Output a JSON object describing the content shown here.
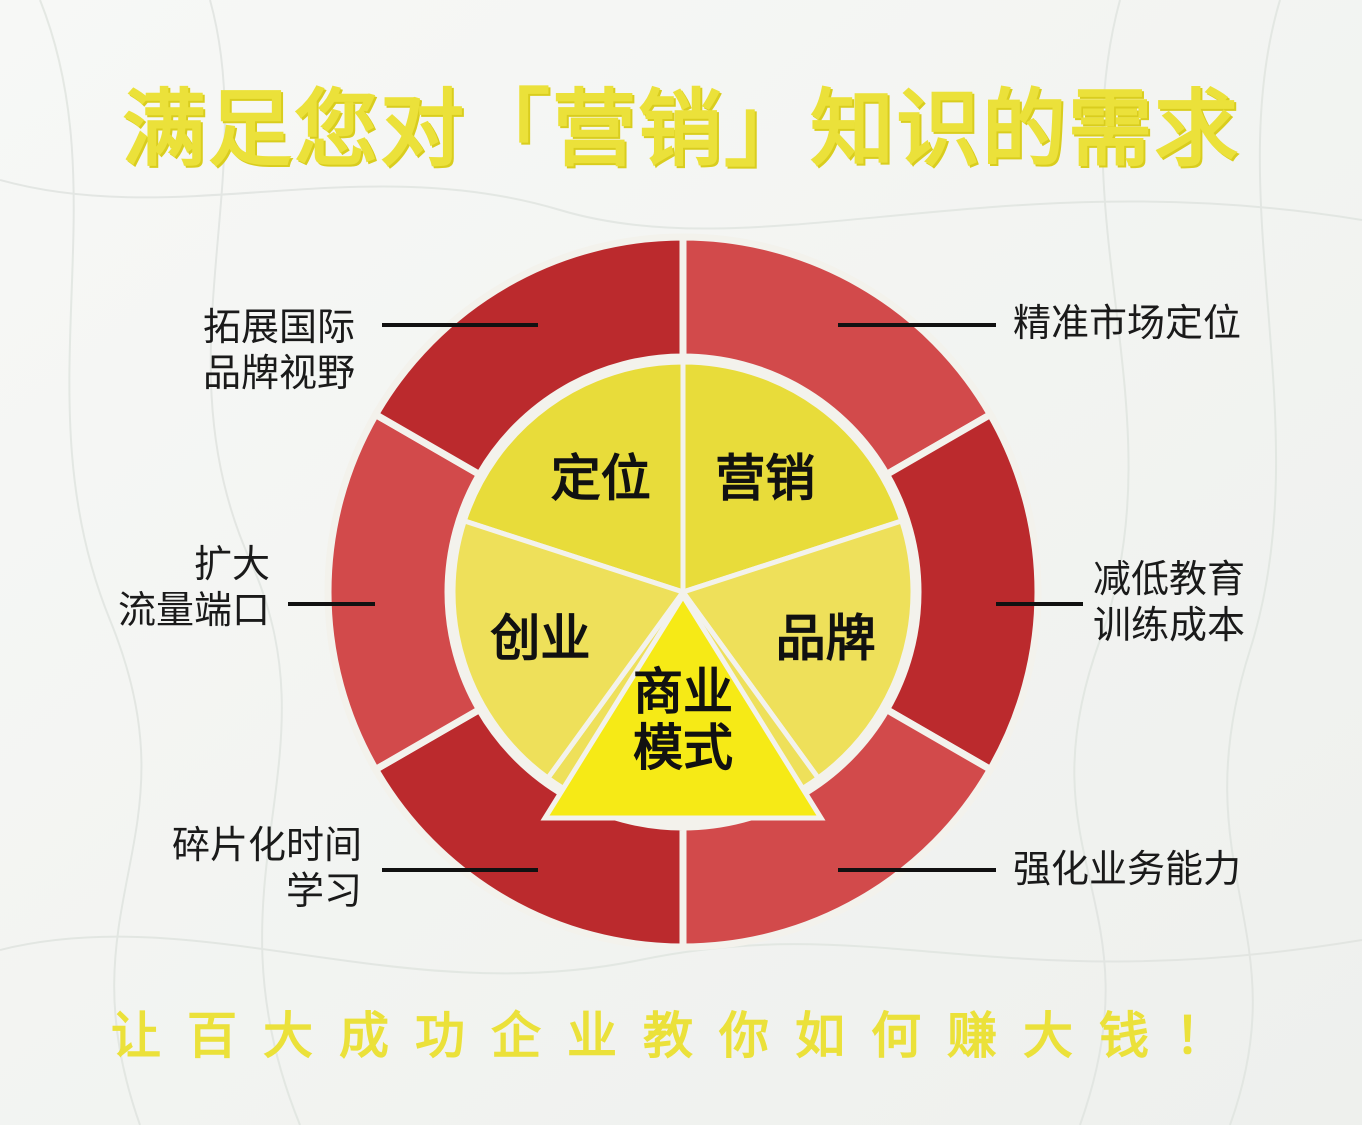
{
  "title": "满足您对「营销」知识的需求",
  "footer": "让百大成功企业教你如何赚大钱！",
  "colors": {
    "yellow_text": "#ebe13a",
    "outer_dark_red": "#bb2a2d",
    "outer_light_red": "#d24a4b",
    "inner_yellow": "#e8dc3a",
    "inner_light_yellow": "#eee05a",
    "center_yellow": "#f6ea16"
  },
  "inner_segments": [
    {
      "id": "dingwei",
      "lines": [
        "定位"
      ]
    },
    {
      "id": "yingxiao",
      "lines": [
        "营销"
      ]
    },
    {
      "id": "pinpai",
      "lines": [
        "品牌"
      ]
    },
    {
      "id": "shangye",
      "lines": [
        "商业",
        "模式"
      ]
    },
    {
      "id": "chuangye",
      "lines": [
        "创业"
      ]
    }
  ],
  "callouts": [
    {
      "id": "top-left",
      "lines": [
        "拓展国际",
        "品牌视野"
      ]
    },
    {
      "id": "mid-left",
      "lines": [
        "扩大",
        "流量端口"
      ]
    },
    {
      "id": "bottom-left",
      "lines": [
        "碎片化时间",
        "学习"
      ]
    },
    {
      "id": "top-right",
      "lines": [
        "精准市场定位"
      ]
    },
    {
      "id": "mid-right",
      "lines": [
        "减低教育",
        "训练成本"
      ]
    },
    {
      "id": "bottom-right",
      "lines": [
        "强化业务能力"
      ]
    }
  ]
}
